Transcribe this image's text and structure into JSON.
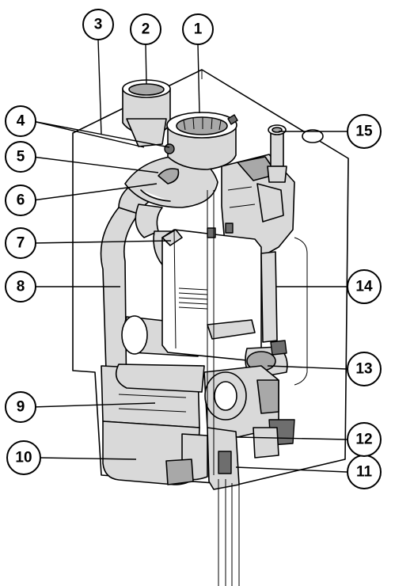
{
  "callouts": [
    {
      "number": "1"
    },
    {
      "number": "2"
    },
    {
      "number": "3"
    },
    {
      "number": "4"
    },
    {
      "number": "5"
    },
    {
      "number": "6"
    },
    {
      "number": "7"
    },
    {
      "number": "8"
    },
    {
      "number": "9"
    },
    {
      "number": "10"
    },
    {
      "number": "11"
    },
    {
      "number": "12"
    },
    {
      "number": "13"
    },
    {
      "number": "14"
    },
    {
      "number": "15"
    }
  ],
  "colors": {
    "outline": "#000000",
    "light_fill": "#d9d9d9",
    "mid_fill": "#a8a8a8",
    "dark_fill": "#6e6e6e"
  }
}
